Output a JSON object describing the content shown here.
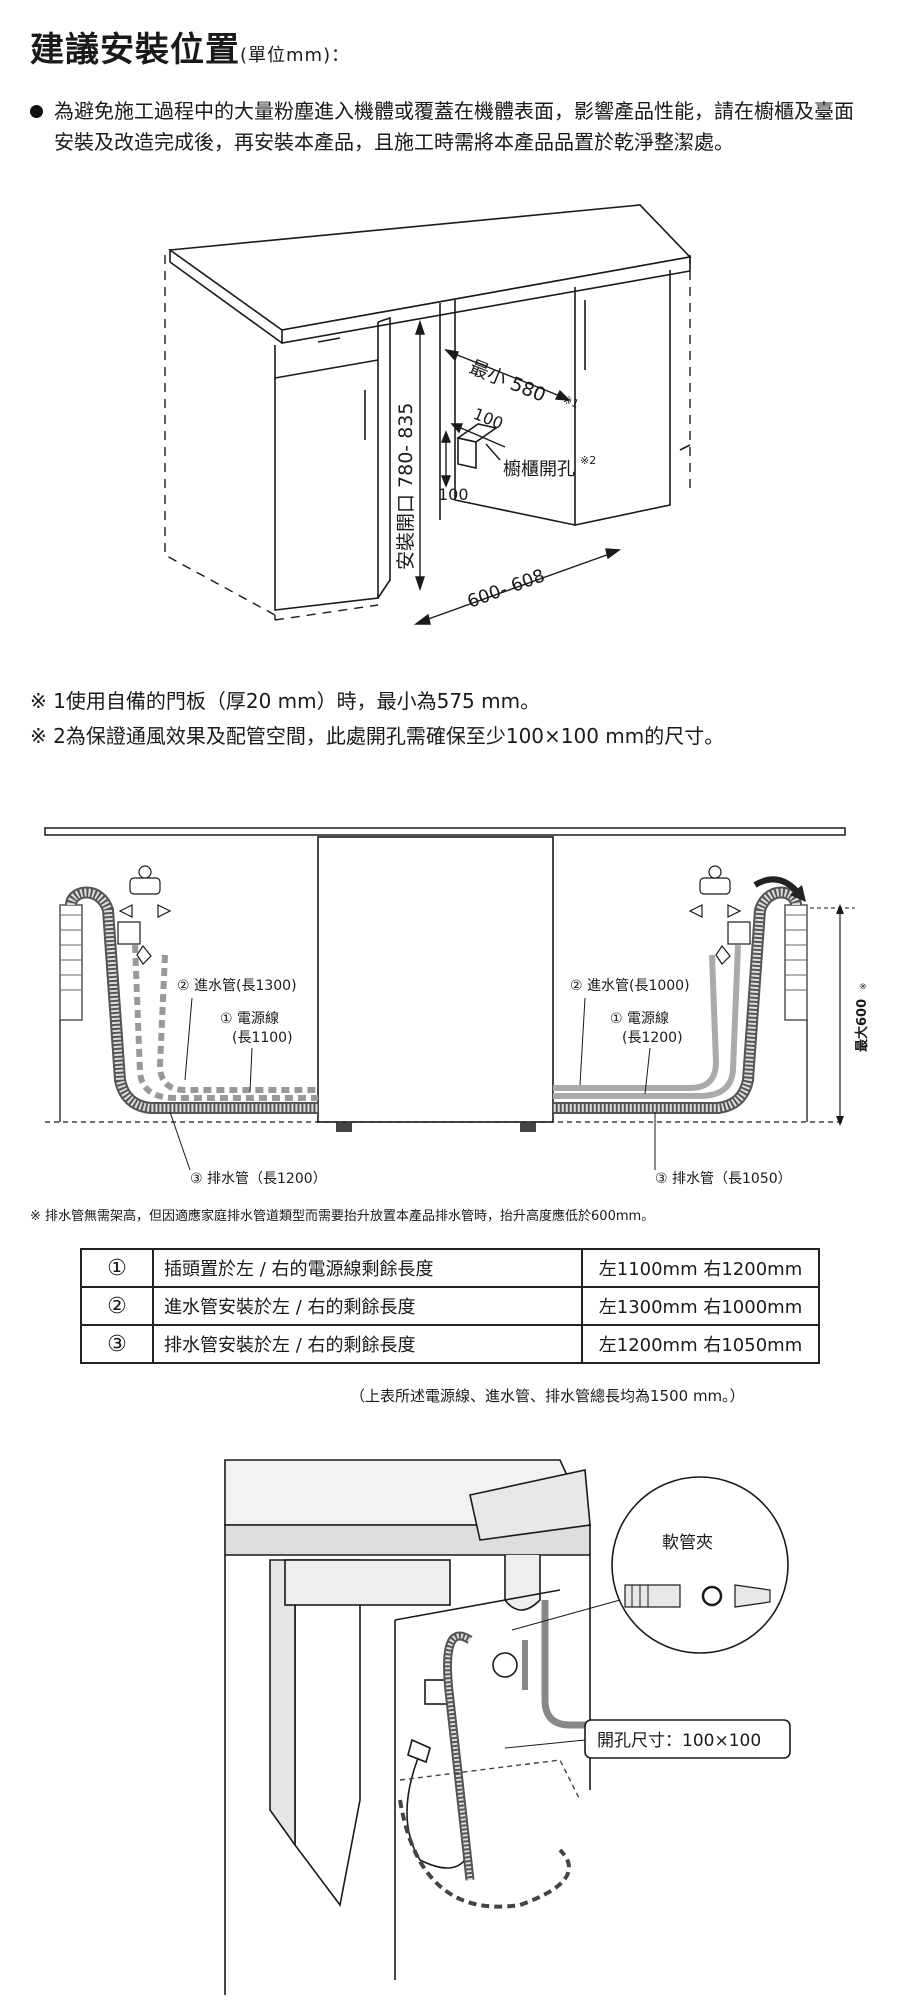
{
  "title": "建議安裝位置",
  "title_unit": "(單位mm)：",
  "bullet": "為避免施工過程中的大量粉塵進入機體或覆蓋在機體表面，影響產品性能，請在櫥櫃及臺面安裝及改造完成後，再安裝本產品，且施工時需將本產品品置於乾淨整潔處。",
  "diagram1": {
    "min_width": "最小 580",
    "min_width_mark": "※1",
    "hole_w": "100",
    "hole_h": "100",
    "hole_label": "櫥櫃開孔",
    "hole_mark": "※2",
    "opening": "安裝開口 780- 835",
    "depth": "600- 608"
  },
  "notes": [
    "※ 1使用自備的門板（厚20 mm）時，最小為575 mm。",
    "※ 2為保證通風效果及配管空間，此處開孔需確保至少100×100 mm的尺寸。"
  ],
  "diagram2": {
    "left_inlet": "② 進水管(長1300)",
    "left_power_1": "① 電源線",
    "left_power_2": "(長1100)",
    "left_drain": "③ 排水管（長1200）",
    "right_inlet": "② 進水管(長1000)",
    "right_power_1": "① 電源線",
    "right_power_2": "(長1200)",
    "right_drain": "③ 排水管（長1050）",
    "max_height": "最大600",
    "max_height_mark": "※"
  },
  "warning": "※ 排水管無需架高，但因適應家庭排水管道類型而需要抬升放置本產品排水管時，抬升高度應低於600mm。",
  "table": [
    {
      "num": "①",
      "desc": "插頭置於左 / 右的電源線剩餘長度",
      "val": "左1100mm  右1200mm"
    },
    {
      "num": "②",
      "desc": "進水管安裝於左 / 右的剩餘長度",
      "val": "左1300mm  右1000mm"
    },
    {
      "num": "③",
      "desc": "排水管安裝於左 / 右的剩餘長度",
      "val": "左1200mm  右1050mm"
    }
  ],
  "table_note": "（上表所述電源線、進水管、排水管總長均為1500 mm。）",
  "diagram3": {
    "clamp_label": "軟管夾",
    "hole_size": "開孔尺寸：100×100"
  }
}
